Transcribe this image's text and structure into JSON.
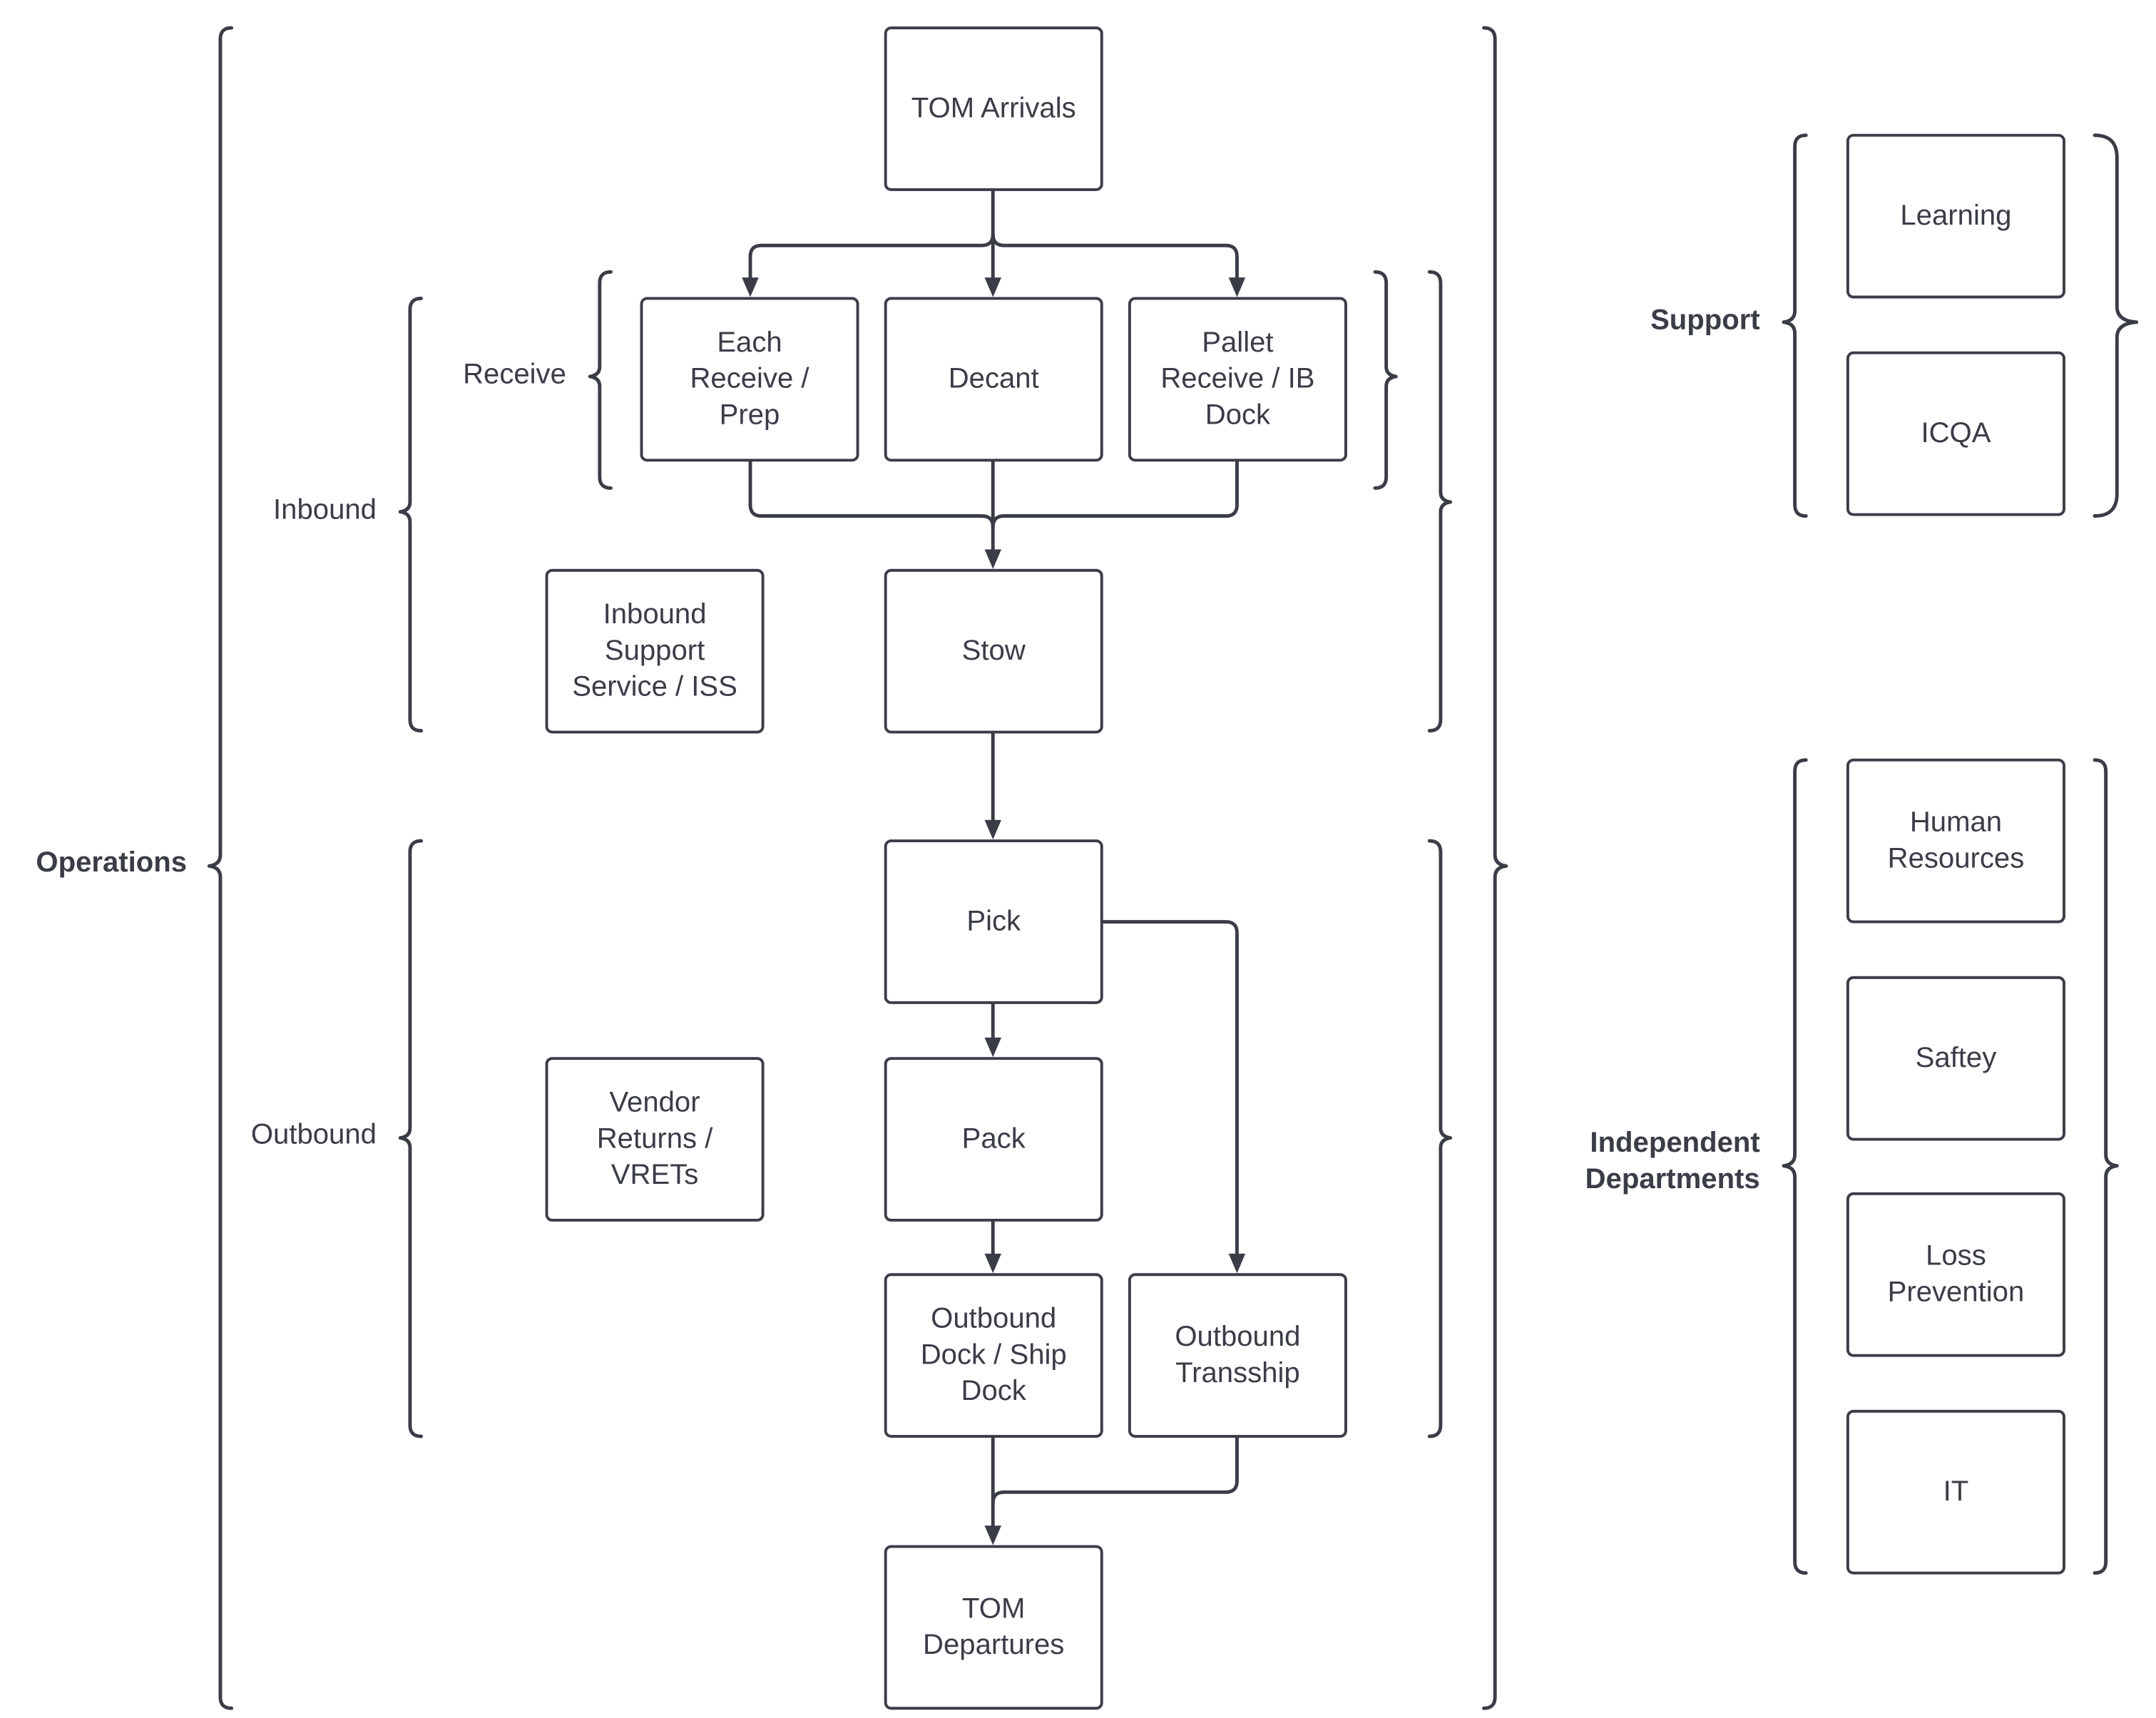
{
  "nodes": {
    "tom_arrivals": "TOM Arrivals",
    "each_receive": "Each\nReceive /\nPrep",
    "decant": "Decant",
    "pallet_receive": "Pallet\nReceive / IB\nDock",
    "inbound_support": "Inbound\nSupport\nService / ISS",
    "stow": "Stow",
    "pick": "Pick",
    "vendor_returns": "Vendor\nReturns /\nVRETs",
    "pack": "Pack",
    "outbound_dock": "Outbound\nDock / Ship\nDock",
    "outbound_transship": "Outbound\nTransship",
    "tom_departures": "TOM\nDepartures",
    "learning": "Learning",
    "icqa": "ICQA",
    "human_resources": "Human\nResources",
    "saftey": "Saftey",
    "loss_prevention": "Loss\nPrevention",
    "it": "IT"
  },
  "groups": {
    "operations": "Operations",
    "inbound": "Inbound",
    "receive": "Receive",
    "outbound": "Outbound",
    "support": "Support",
    "independent_departments": "Independent\nDepartments"
  },
  "colors": {
    "stroke": "#3a3d46",
    "background": "#ffffff"
  }
}
